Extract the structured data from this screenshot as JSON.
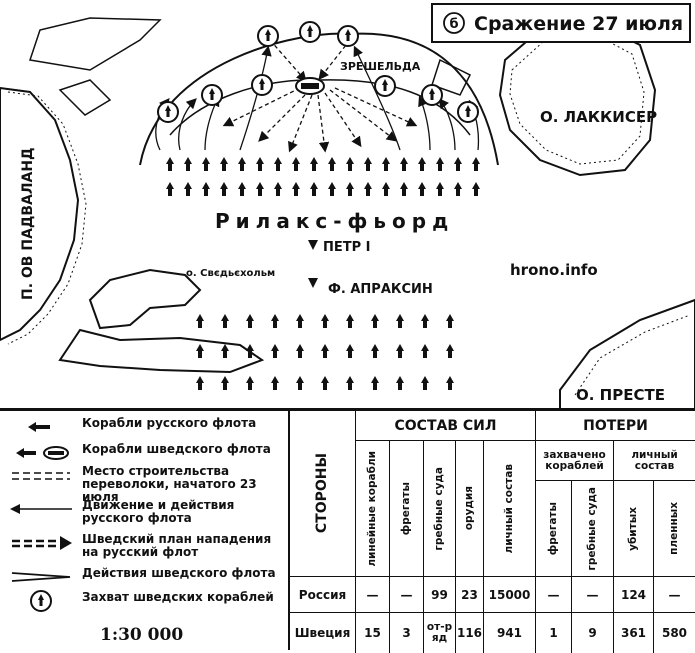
{
  "map": {
    "title": "Сражение 27 июля",
    "title_marker": "б",
    "labels": {
      "zreshelda": "ЗРЕШЕЛЬДА",
      "lakkiser": "О. ЛАККИСЕР",
      "padvaland": "П. ОВ ПАДВАЛАНД",
      "rilaks": "Рилакс-фьорд",
      "petr": "ПЕТР I",
      "apraksin": "Ф. АПРАКСИН",
      "svedskholm": "о. Свєдьєхольм",
      "preste": "О. ПРЕСТЕ",
      "watermark": "hrono.info"
    }
  },
  "legend": {
    "items": [
      {
        "text": "Корабли русского флота",
        "icon": "russian-ship-icon"
      },
      {
        "text": "Корабли шведского флота",
        "icon": "swedish-ship-icon"
      },
      {
        "text": "Место строительства переволоки, начатого 23 июля",
        "icon": "portage-site-icon"
      },
      {
        "text": "Движение и действия русского флота",
        "icon": "russian-movement-arrow-icon"
      },
      {
        "text": "Шведский план нападения на русский флот",
        "icon": "swedish-plan-arrow-icon"
      },
      {
        "text": "Действия шведского флота",
        "icon": "swedish-action-arrow-icon"
      },
      {
        "text": "Захват шведских кораблей",
        "icon": "capture-ship-icon"
      }
    ],
    "scale": "1:30 000"
  },
  "table": {
    "sides_header": "СТОРОНЫ",
    "forces_header": "СОСТАВ СИЛ",
    "losses_header": "ПОТЕРИ",
    "captured_header": "захвачено кораблей",
    "personnel_header": "личный состав",
    "columns": {
      "ships_of_line": "линейные корабли",
      "frigates": "фрегаты",
      "rowing": "гребные суда",
      "guns": "орудия",
      "crew": "личный состав",
      "cap_frigates": "фрегаты",
      "cap_rowing": "гребные суда",
      "killed": "убитых",
      "prisoners": "пленных"
    },
    "rows": [
      {
        "side": "Россия",
        "ships_of_line": "—",
        "frigates": "—",
        "rowing": "99",
        "guns": "23",
        "crew": "15000",
        "cap_frigates": "—",
        "cap_rowing": "—",
        "killed": "124",
        "prisoners": "—"
      },
      {
        "side": "Швеция",
        "ships_of_line": "15",
        "frigates": "3",
        "rowing": "от-ряд",
        "guns": "116",
        "crew": "941",
        "cap_frigates": "1",
        "cap_rowing": "9",
        "killed": "361",
        "prisoners": "580"
      }
    ]
  }
}
